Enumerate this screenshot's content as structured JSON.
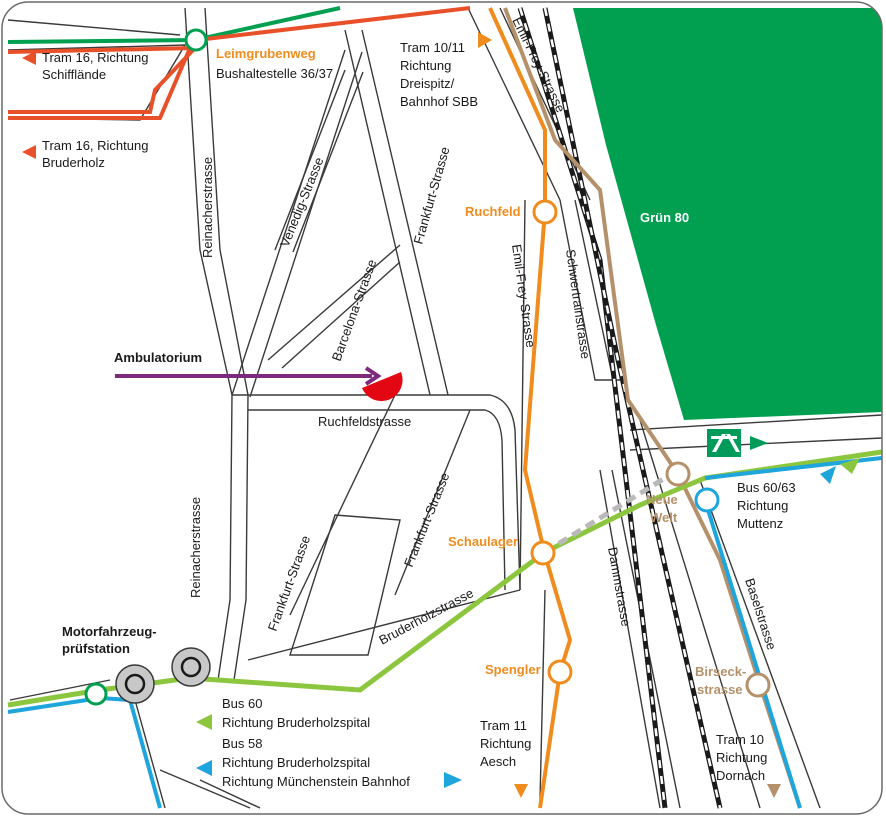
{
  "map": {
    "park_label": "Grün 80",
    "ambulatorium_label": "Ambulatorium",
    "motor_label_1": "Motorfahrzeug-",
    "motor_label_2": "prüfstation",
    "stops": {
      "leimgrubenweg": "Leimgrubenweg",
      "leimgrubenweg_sub": "Bushaltestelle 36/37",
      "ruchfeld": "Ruchfeld",
      "schaulager": "Schaulager",
      "spengler": "Spengler",
      "neue_welt_1": "Neue",
      "neue_welt_2": "Welt",
      "birseck_1": "Birseck-",
      "birseck_2": "strasse"
    },
    "streets": {
      "reinacher_top": "Reinacherstrasse",
      "reinacher_bottom": "Reinacherstrasse",
      "venedig": "Venedig-Strasse",
      "frankfurt_top": "Frankfurt-Strasse",
      "frankfurt_mid": "Frankfurt-Strasse",
      "frankfurt_low": "Frankfurt-Strasse",
      "barcelona": "Barcelona-Strasse",
      "ruchfeld": "Ruchfeldstrasse",
      "bruderholz": "Bruderholzstrasse",
      "emil_top": "Emil-Frey-Strasse",
      "emil_mid": "Emil-Frey-Strasse",
      "schwert": "Schwertrainstrasse",
      "damm": "Dammstrasse",
      "basel": "Baselstrasse"
    },
    "directions": {
      "tram16_schiff_1": "Tram 16, Richtung",
      "tram16_schiff_2": "Schifflände",
      "tram16_bruder_1": "Tram 16, Richtung",
      "tram16_bruder_2": "Bruderholz",
      "tram1011_1": "Tram 10/11",
      "tram1011_2": "Richtung",
      "tram1011_3": "Dreispitz/",
      "tram1011_4": "Bahnhof SBB",
      "bus6063_1": "Bus 60/63",
      "bus6063_2": "Richtung",
      "bus6063_3": "Muttenz",
      "bus60_1": "Bus 60",
      "bus60_2": "Richtung Bruderholzspital",
      "bus58_1": "Bus 58",
      "bus58_2": "Richtung Bruderholzspital",
      "bus58_3": "Richtung Münchenstein Bahnhof",
      "tram11_1": "Tram 11",
      "tram11_2": "Richtung",
      "tram11_3": "Aesch",
      "tram10_1": "Tram 10",
      "tram10_2": "Richtung",
      "tram10_3": "Dornach"
    },
    "colors": {
      "tram_orange": "#f08c1e",
      "tram_brown": "#b4916a",
      "tram16_red": "#e8502a",
      "bus_green": "#8cc63f",
      "bus_blue": "#1ea5dc",
      "park_green": "#00a050",
      "route_purple": "#7d2a7d",
      "destination_red": "#e30613",
      "highway_green": "#009a5a"
    }
  }
}
